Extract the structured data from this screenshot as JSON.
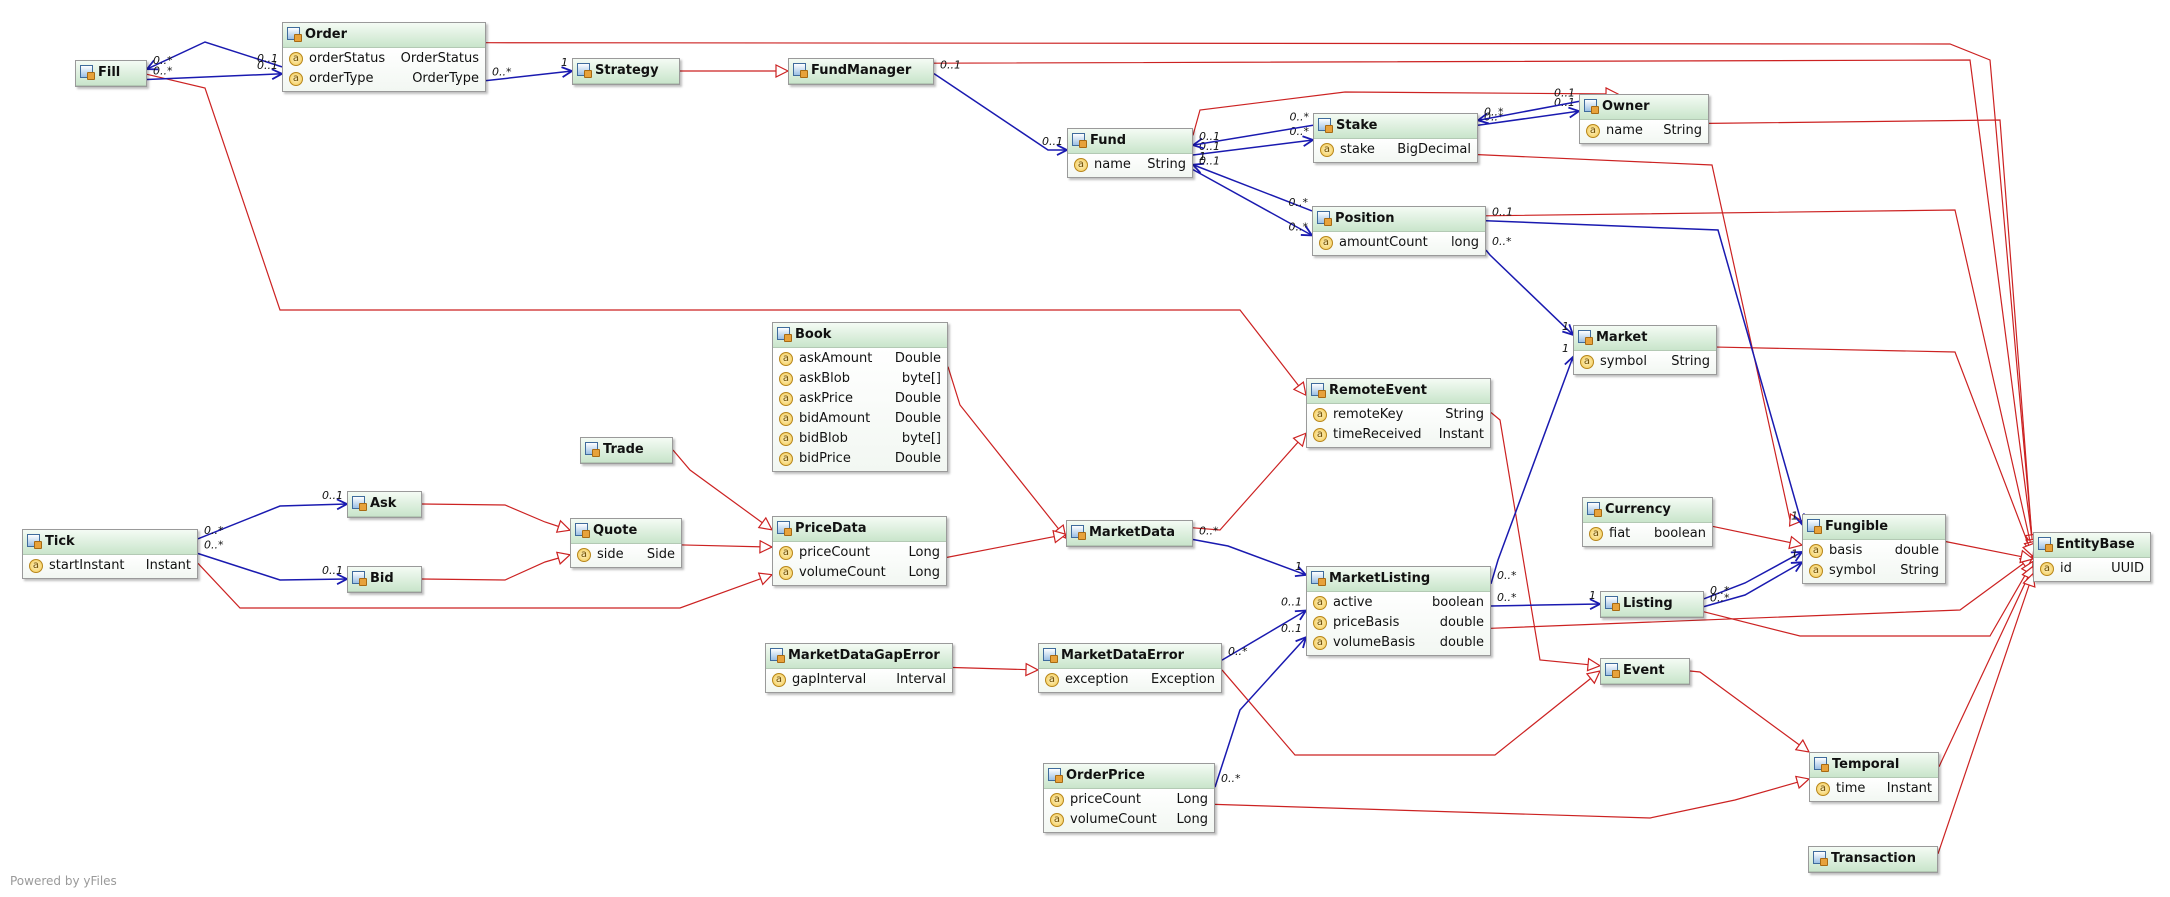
{
  "diagram": {
    "colors": {
      "association": "#1a1ab0",
      "generalization": "#cc2222",
      "header_gradient": "#c9e5cb"
    },
    "footer": "Powered by yFiles",
    "classes": [
      {
        "id": "Fill",
        "name": "Fill",
        "attributes": []
      },
      {
        "id": "Order",
        "name": "Order",
        "attributes": [
          {
            "name": "orderStatus",
            "type": "OrderStatus"
          },
          {
            "name": "orderType",
            "type": "OrderType"
          }
        ]
      },
      {
        "id": "Strategy",
        "name": "Strategy",
        "attributes": []
      },
      {
        "id": "FundManager",
        "name": "FundManager",
        "attributes": []
      },
      {
        "id": "Fund",
        "name": "Fund",
        "attributes": [
          {
            "name": "name",
            "type": "String"
          }
        ]
      },
      {
        "id": "Stake",
        "name": "Stake",
        "attributes": [
          {
            "name": "stake",
            "type": "BigDecimal"
          }
        ]
      },
      {
        "id": "Owner",
        "name": "Owner",
        "attributes": [
          {
            "name": "name",
            "type": "String"
          }
        ]
      },
      {
        "id": "Position",
        "name": "Position",
        "attributes": [
          {
            "name": "amountCount",
            "type": "long"
          }
        ]
      },
      {
        "id": "Market",
        "name": "Market",
        "attributes": [
          {
            "name": "symbol",
            "type": "String"
          }
        ]
      },
      {
        "id": "Book",
        "name": "Book",
        "attributes": [
          {
            "name": "askAmount",
            "type": "Double"
          },
          {
            "name": "askBlob",
            "type": "byte[]"
          },
          {
            "name": "askPrice",
            "type": "Double"
          },
          {
            "name": "bidAmount",
            "type": "Double"
          },
          {
            "name": "bidBlob",
            "type": "byte[]"
          },
          {
            "name": "bidPrice",
            "type": "Double"
          }
        ]
      },
      {
        "id": "Trade",
        "name": "Trade",
        "attributes": []
      },
      {
        "id": "RemoteEvent",
        "name": "RemoteEvent",
        "attributes": [
          {
            "name": "remoteKey",
            "type": "String"
          },
          {
            "name": "timeReceived",
            "type": "Instant"
          }
        ]
      },
      {
        "id": "Tick",
        "name": "Tick",
        "attributes": [
          {
            "name": "startInstant",
            "type": "Instant"
          }
        ]
      },
      {
        "id": "Ask",
        "name": "Ask",
        "attributes": []
      },
      {
        "id": "Bid",
        "name": "Bid",
        "attributes": []
      },
      {
        "id": "Quote",
        "name": "Quote",
        "attributes": [
          {
            "name": "side",
            "type": "Side"
          }
        ]
      },
      {
        "id": "PriceData",
        "name": "PriceData",
        "attributes": [
          {
            "name": "priceCount",
            "type": "Long"
          },
          {
            "name": "volumeCount",
            "type": "Long"
          }
        ]
      },
      {
        "id": "MarketData",
        "name": "MarketData",
        "attributes": []
      },
      {
        "id": "MarketListing",
        "name": "MarketListing",
        "attributes": [
          {
            "name": "active",
            "type": "boolean"
          },
          {
            "name": "priceBasis",
            "type": "double"
          },
          {
            "name": "volumeBasis",
            "type": "double"
          }
        ]
      },
      {
        "id": "Currency",
        "name": "Currency",
        "attributes": [
          {
            "name": "fiat",
            "type": "boolean"
          }
        ]
      },
      {
        "id": "Fungible",
        "name": "Fungible",
        "attributes": [
          {
            "name": "basis",
            "type": "double"
          },
          {
            "name": "symbol",
            "type": "String"
          }
        ]
      },
      {
        "id": "Listing",
        "name": "Listing",
        "attributes": []
      },
      {
        "id": "EntityBase",
        "name": "EntityBase",
        "attributes": [
          {
            "name": "id",
            "type": "UUID"
          }
        ]
      },
      {
        "id": "MarketDataGapError",
        "name": "MarketDataGapError",
        "attributes": [
          {
            "name": "gapInterval",
            "type": "Interval"
          }
        ]
      },
      {
        "id": "MarketDataError",
        "name": "MarketDataError",
        "attributes": [
          {
            "name": "exception",
            "type": "Exception"
          }
        ]
      },
      {
        "id": "Event",
        "name": "Event",
        "attributes": []
      },
      {
        "id": "OrderPrice",
        "name": "OrderPrice",
        "attributes": [
          {
            "name": "priceCount",
            "type": "Long"
          },
          {
            "name": "volumeCount",
            "type": "Long"
          }
        ]
      },
      {
        "id": "Temporal",
        "name": "Temporal",
        "attributes": [
          {
            "name": "time",
            "type": "Instant"
          }
        ]
      },
      {
        "id": "Transaction",
        "name": "Transaction",
        "attributes": []
      }
    ],
    "associations": [
      {
        "from": "Order",
        "to": "Fill",
        "from_mult": "0..1",
        "to_mult": "0..*"
      },
      {
        "from": "Fill",
        "to": "Order",
        "from_mult": "0..*",
        "to_mult": "0..1"
      },
      {
        "from": "Order",
        "to": "Strategy",
        "from_mult": "0..*",
        "to_mult": "1"
      },
      {
        "from": "FundManager",
        "to": "Fund",
        "from_mult": "0..1",
        "to_mult": "0..1"
      },
      {
        "from": "Fund",
        "to": "Stake",
        "from_mult": "0..1",
        "to_mult": "0..*"
      },
      {
        "from": "Stake",
        "to": "Fund",
        "from_mult": "0..*",
        "to_mult": "0..1"
      },
      {
        "from": "Stake",
        "to": "Owner",
        "from_mult": "0..*",
        "to_mult": "0..1"
      },
      {
        "from": "Owner",
        "to": "Stake",
        "from_mult": "0..1",
        "to_mult": "0..*"
      },
      {
        "from": "Position",
        "to": "Fund",
        "from_mult": "0..*",
        "to_mult": "1"
      },
      {
        "from": "Fund",
        "to": "Position",
        "from_mult": "0..1",
        "to_mult": "0..*"
      },
      {
        "from": "Position",
        "to": "Market",
        "from_mult": "0..*",
        "to_mult": "1"
      },
      {
        "from": "Position",
        "to": "Fungible",
        "from_mult": "0..1",
        "to_mult": "1"
      },
      {
        "from": "Tick",
        "to": "Ask",
        "from_mult": "0..*",
        "to_mult": "0..1"
      },
      {
        "from": "Tick",
        "to": "Bid",
        "from_mult": "0..*",
        "to_mult": "0..1"
      },
      {
        "from": "MarketData",
        "to": "MarketListing",
        "from_mult": "0..*",
        "to_mult": "1"
      },
      {
        "from": "MarketListing",
        "to": "Market",
        "from_mult": "0..*",
        "to_mult": "1"
      },
      {
        "from": "MarketListing",
        "to": "Listing",
        "from_mult": "0..*",
        "to_mult": "1"
      },
      {
        "from": "Listing",
        "to": "Fungible",
        "from_mult": "0..*",
        "to_mult": ""
      },
      {
        "from": "Listing",
        "to": "Fungible",
        "from_mult": "0..*",
        "to_mult": "1"
      },
      {
        "from": "MarketDataError",
        "to": "MarketListing",
        "from_mult": "0..*",
        "to_mult": "0..1"
      },
      {
        "from": "OrderPrice",
        "to": "MarketListing",
        "from_mult": "0..*",
        "to_mult": "0..1"
      }
    ],
    "generalizations": [
      {
        "from": "Strategy",
        "to": "FundManager"
      },
      {
        "from": "Order",
        "to": "EntityBase"
      },
      {
        "from": "FundManager",
        "to": "EntityBase"
      },
      {
        "from": "Owner",
        "to": "EntityBase"
      },
      {
        "from": "Fund",
        "to": "Owner"
      },
      {
        "from": "Stake",
        "to": "Fungible"
      },
      {
        "from": "Position",
        "to": "EntityBase"
      },
      {
        "from": "Market",
        "to": "EntityBase"
      },
      {
        "from": "Fill",
        "to": "RemoteEvent"
      },
      {
        "from": "Trade",
        "to": "PriceData"
      },
      {
        "from": "Book",
        "to": "MarketData"
      },
      {
        "from": "Ask",
        "to": "Quote"
      },
      {
        "from": "Bid",
        "to": "Quote"
      },
      {
        "from": "Quote",
        "to": "PriceData"
      },
      {
        "from": "Tick",
        "to": "PriceData"
      },
      {
        "from": "PriceData",
        "to": "MarketData"
      },
      {
        "from": "MarketData",
        "to": "RemoteEvent"
      },
      {
        "from": "RemoteEvent",
        "to": "Event"
      },
      {
        "from": "MarketListing",
        "to": "EntityBase"
      },
      {
        "from": "Currency",
        "to": "Fungible"
      },
      {
        "from": "Fungible",
        "to": "EntityBase"
      },
      {
        "from": "Listing",
        "to": "EntityBase"
      },
      {
        "from": "MarketDataGapError",
        "to": "MarketDataError"
      },
      {
        "from": "MarketDataError",
        "to": "Event"
      },
      {
        "from": "Event",
        "to": "Temporal"
      },
      {
        "from": "OrderPrice",
        "to": "Temporal"
      },
      {
        "from": "Temporal",
        "to": "EntityBase"
      },
      {
        "from": "Transaction",
        "to": "EntityBase"
      }
    ]
  }
}
